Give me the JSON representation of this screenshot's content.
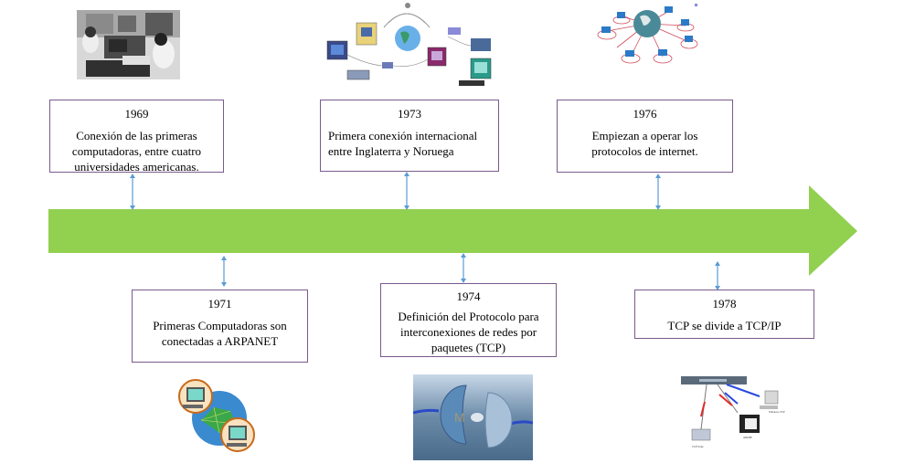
{
  "colors": {
    "arrow_fill": "#92d050",
    "box_border": "#7a5a8c",
    "connector": "#5b9bd5"
  },
  "events": [
    {
      "year": "1969",
      "description": "Conexión de las primeras computadoras, entre cuatro universidades americanas.",
      "position": "top",
      "image": "photo-early-computer-lab"
    },
    {
      "year": "1971",
      "description": "Primeras Computadoras son conectadas a ARPANET",
      "position": "bottom",
      "image": "two-computers-linked-by-globe"
    },
    {
      "year": "1973",
      "description": "Primera conexión internacional entre Inglaterra y Noruega",
      "position": "top",
      "image": "satellite-lan-network-diagram"
    },
    {
      "year": "1974",
      "description": "Definición del Protocolo para interconexiones de redes por paquetes (TCP)",
      "position": "bottom",
      "image": "split-globe-cable-connection"
    },
    {
      "year": "1976",
      "description": "Empiezan a operar los protocolos de internet.",
      "position": "top",
      "image": "globe-star-network-computers"
    },
    {
      "year": "1978",
      "description": "TCP se divide a TCP/IP",
      "position": "bottom",
      "image": "tcp-ip-switch-diagram"
    }
  ]
}
